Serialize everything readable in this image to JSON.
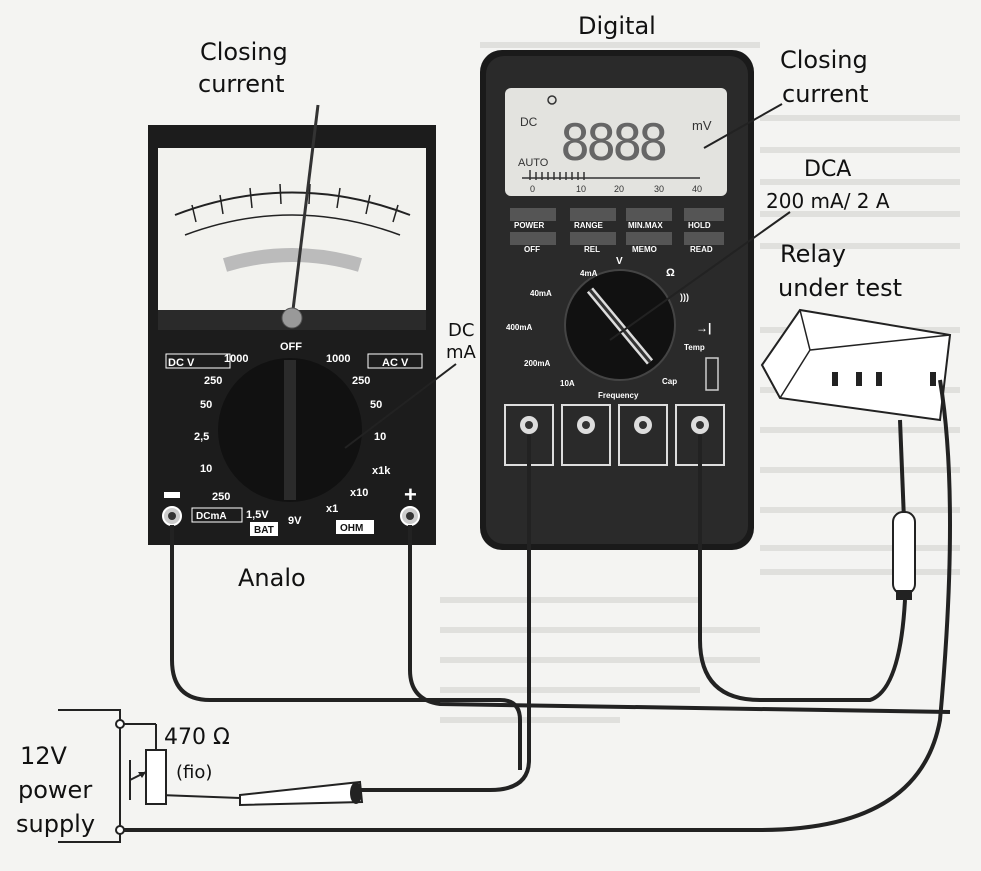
{
  "labels": {
    "closing_current_left_1": "Closing",
    "closing_current_left_2": "current",
    "closing_current_right_1": "Closing",
    "closing_current_right_2": "current",
    "digital": "Digital",
    "analog": "Analo",
    "dca_1": "DCA",
    "dca_2": "200 mA/ 2 A",
    "relay_1": "Relay",
    "relay_2": "under test",
    "dc_ma_1": "DC",
    "dc_ma_2": "mA",
    "resistor_value": "470 Ω",
    "resistor_note": "(fio)",
    "supply_1": "12V",
    "supply_2": "power",
    "supply_3": "supply"
  },
  "analog_meter": {
    "dcv": "DC V",
    "acv": "AC V",
    "off": "OFF",
    "dcma": "DCmA",
    "bat": "BAT",
    "ohm": "OHM",
    "minus": "−",
    "plus": "+",
    "dial_left": [
      "1000",
      "250",
      "50",
      "2,5"
    ],
    "dial_right": [
      "1000",
      "250",
      "50",
      "10"
    ],
    "dial_bottom_left": [
      "10",
      "250"
    ],
    "dial_bottom": [
      "1,5V",
      "9V"
    ],
    "dial_bottom_right": [
      "x1k",
      "x10",
      "x1"
    ]
  },
  "digital_meter": {
    "lcd_dc": "DC",
    "lcd_auto": "AUTO",
    "lcd_digits": "8888",
    "lcd_unit": "mV",
    "lcd_scale": [
      "0",
      "10",
      "20",
      "30",
      "40"
    ],
    "buttons_top": [
      "POWER",
      "RANGE",
      "MIN.MAX",
      "HOLD"
    ],
    "buttons_bottom": [
      "OFF",
      "REL",
      "MEMO",
      "READ"
    ],
    "dial": {
      "ma4": "4mA",
      "ma40": "40mA",
      "ma400": "400mA",
      "ma200": "200mA",
      "a10": "10A",
      "volt": "V",
      "ohm": "Ω",
      "beep": ")))",
      "diode": "→|",
      "temp": "Temp",
      "cap": "Cap",
      "freq": "Frequency"
    }
  }
}
